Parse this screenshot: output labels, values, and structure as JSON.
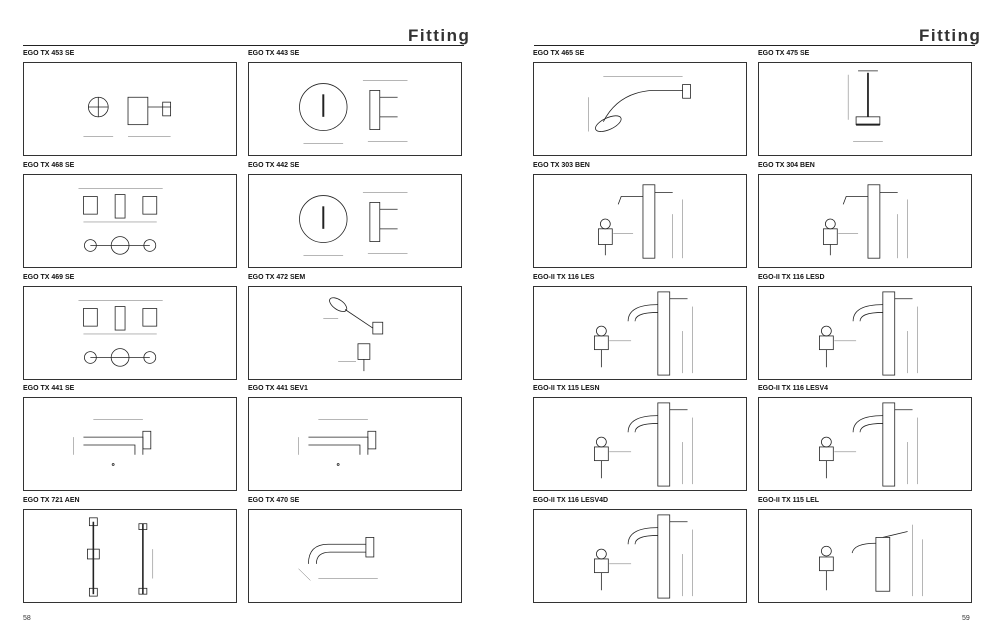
{
  "left_page": {
    "header_title": "Fitting",
    "page_number": "58",
    "items": [
      {
        "code": "EGO TX 453 SE",
        "drawing": "wall-mixer"
      },
      {
        "code": "EGO TX 443 SE",
        "drawing": "round-plate"
      },
      {
        "code": "EGO TX 468 SE",
        "drawing": "three-hole"
      },
      {
        "code": "EGO TX 442 SE",
        "drawing": "round-plate"
      },
      {
        "code": "EGO TX 469 SE",
        "drawing": "three-hole"
      },
      {
        "code": "EGO TX 472 SEM",
        "drawing": "hand-shower"
      },
      {
        "code": "EGO TX 441 SE",
        "drawing": "spout"
      },
      {
        "code": "EGO TX 441 SEV1",
        "drawing": "spout"
      },
      {
        "code": "EGO TX 721 AEN",
        "drawing": "shower-rail"
      },
      {
        "code": "EGO TX 470 SE",
        "drawing": "spout-curved"
      }
    ]
  },
  "right_page": {
    "header_title": "Fitting",
    "page_number": "59",
    "items": [
      {
        "code": "EGO TX 465 SE",
        "drawing": "shower-head"
      },
      {
        "code": "EGO TX 475 SE",
        "drawing": "ceiling-shower"
      },
      {
        "code": "EGO TX 303 BEN",
        "drawing": "bidet-mixer"
      },
      {
        "code": "EGO TX 304 BEN",
        "drawing": "bidet-mixer"
      },
      {
        "code": "EGO-II TX 116 LES",
        "drawing": "basin-mixer"
      },
      {
        "code": "EGO-II TX 116 LESD",
        "drawing": "basin-mixer"
      },
      {
        "code": "EGO-II TX 115 LESN",
        "drawing": "basin-mixer"
      },
      {
        "code": "EGO-II TX 116 LESV4",
        "drawing": "basin-mixer"
      },
      {
        "code": "EGO-II TX 116 LESV4D",
        "drawing": "basin-mixer"
      },
      {
        "code": "EGO-II TX 115 LEL",
        "drawing": "basin-mixer-low"
      }
    ]
  }
}
